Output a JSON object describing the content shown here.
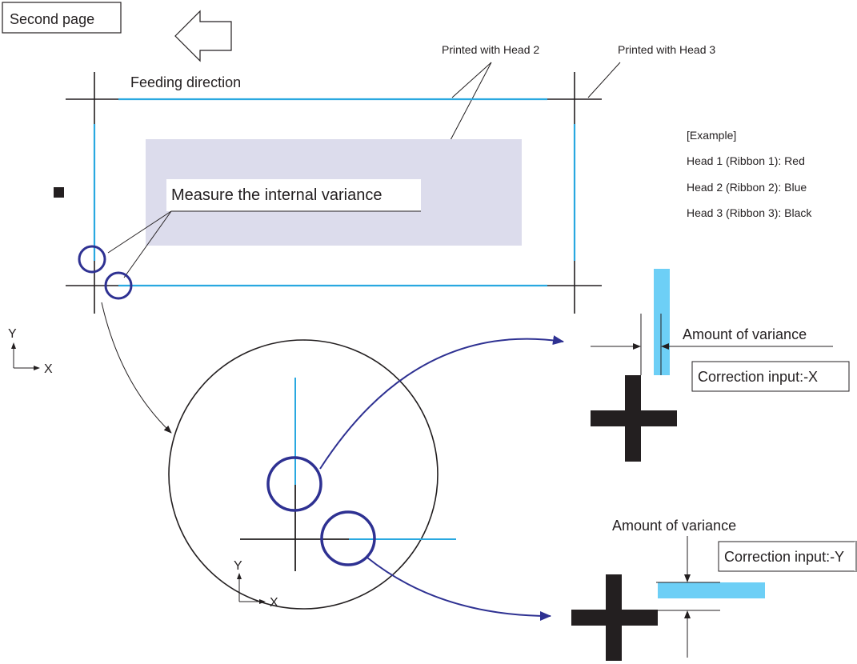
{
  "labels": {
    "page_tag": "Second page",
    "feeding_direction": "Feeding direction",
    "printed_head2": "Printed with Head 2",
    "printed_head3": "Printed with Head 3",
    "measure": "Measure the internal variance",
    "amount_variance_x": "Amount of variance",
    "correction_x": "Correction input:-X",
    "amount_variance_y": "Amount of variance",
    "correction_y": "Correction input:-Y",
    "axis_y_small": "Y",
    "axis_x_small": "X",
    "axis_y_inner": "Y",
    "axis_x_inner": "X"
  },
  "example": {
    "title": "[Example]",
    "items": [
      "Head 1 (Ribbon 1): Red",
      "Head 2 (Ribbon 2): Blue",
      "Head 3 (Ribbon 3): Black"
    ]
  },
  "colors": {
    "head2_blue": "#29a8e0",
    "circle_navy": "#2e3192",
    "print_area": "#dcdcec",
    "black": "#231f20",
    "offset_bar": "#6dcff6"
  }
}
